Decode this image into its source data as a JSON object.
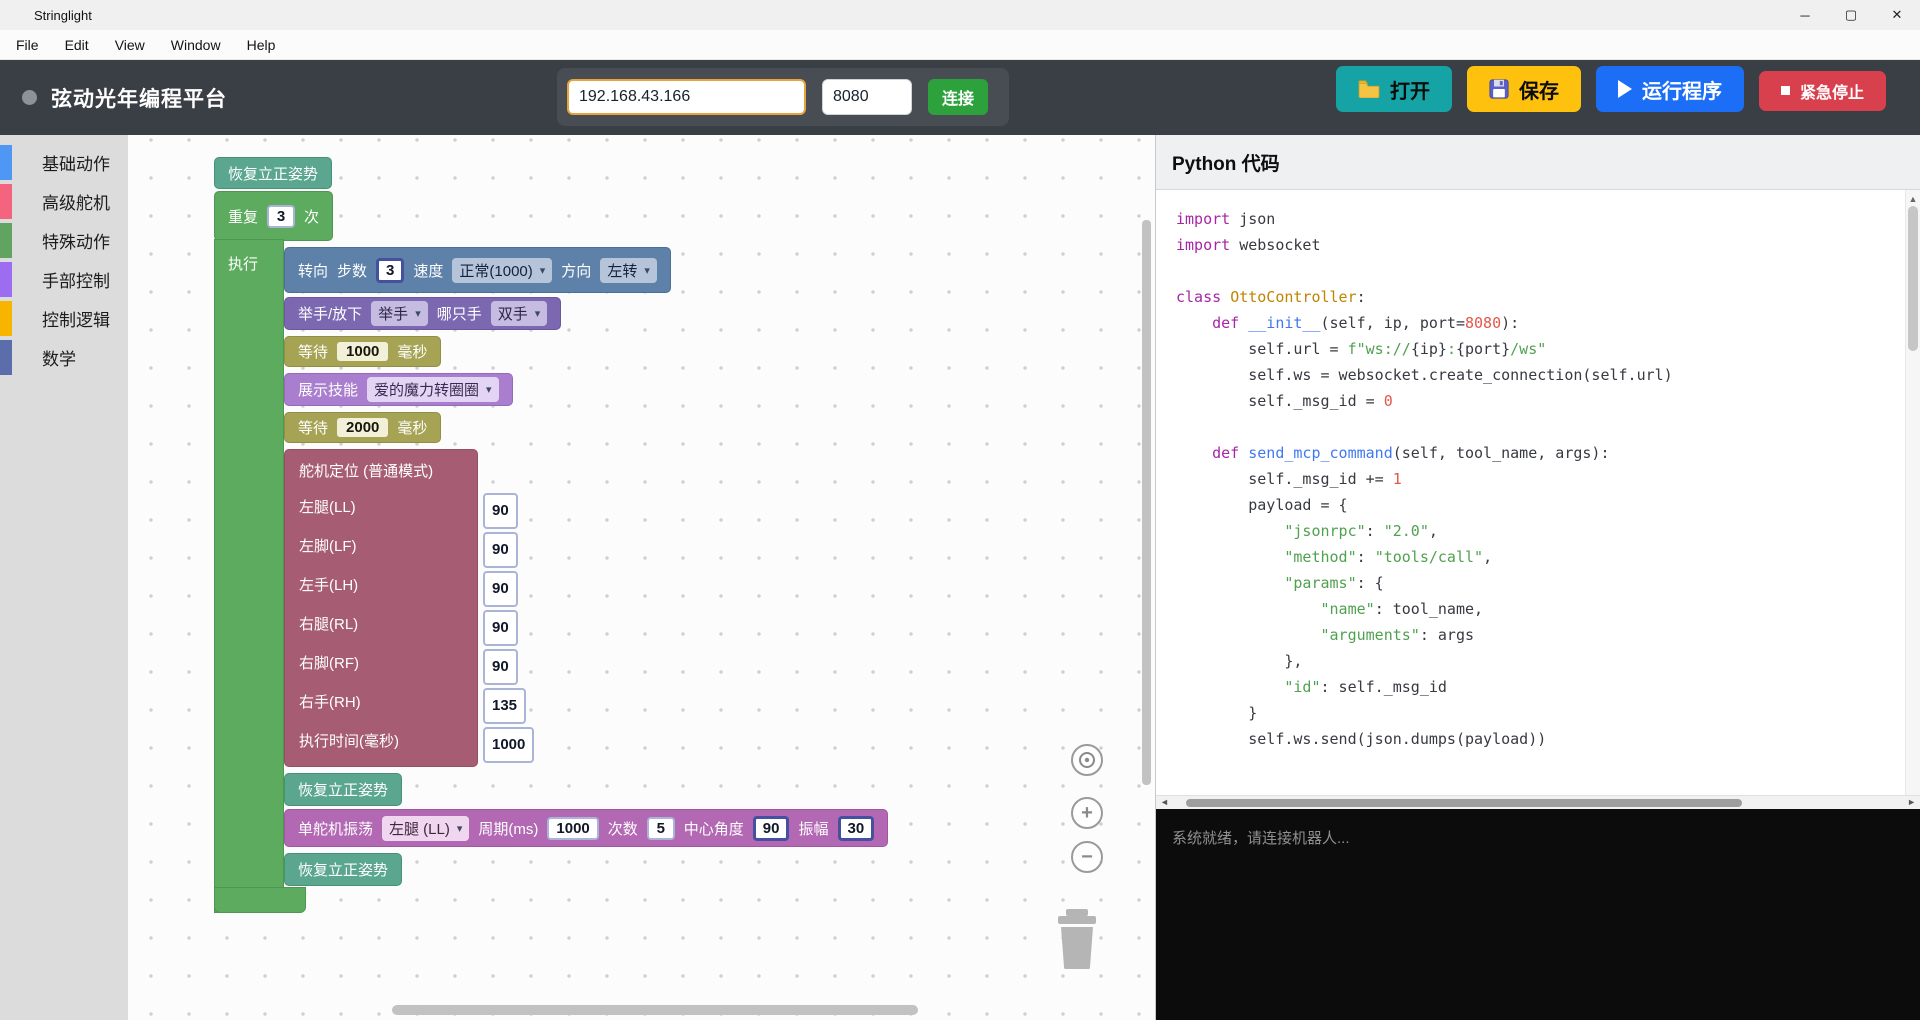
{
  "window": {
    "title": "Stringlight"
  },
  "menu": {
    "items": [
      "File",
      "Edit",
      "View",
      "Window",
      "Help"
    ]
  },
  "toolbar": {
    "app_title": "弦动光年编程平台",
    "ip_value": "192.168.43.166",
    "port_value": "8080",
    "connect_label": "连接",
    "open_label": "打开",
    "save_label": "保存",
    "run_label": "运行程序",
    "stop_label": "紧急停止",
    "colors": {
      "connect": "#2ca13c",
      "open": "#16a3a6",
      "save": "#fec10d",
      "run": "#1b6ef5",
      "stop": "#d9404e"
    }
  },
  "sidebar": {
    "items": [
      {
        "label": "基础动作",
        "color": "#4e97f5"
      },
      {
        "label": "高级舵机",
        "color": "#f4647f"
      },
      {
        "label": "特殊动作",
        "color": "#61a361"
      },
      {
        "label": "手部控制",
        "color": "#9c6df0"
      },
      {
        "label": "控制逻辑",
        "color": "#f7b500"
      },
      {
        "label": "数学",
        "color": "#5b6dab"
      }
    ]
  },
  "workspace": {
    "blocks": {
      "stand_label": "恢复立正姿势",
      "repeat": {
        "prefix": "重复",
        "count": "3",
        "suffix": "次",
        "body_label": "执行"
      },
      "turn": {
        "name": "转向",
        "steps_label": "步数",
        "steps_value": "3",
        "speed_label": "速度",
        "speed_value": "正常(1000)",
        "dir_label": "方向",
        "dir_value": "左转"
      },
      "hands": {
        "name": "举手/放下",
        "action_value": "举手",
        "which_label": "哪只手",
        "which_value": "双手"
      },
      "wait1": {
        "name": "等待",
        "value": "1000",
        "unit": "毫秒"
      },
      "skill": {
        "name": "展示技能",
        "value": "爱的魔力转圈圈"
      },
      "wait2": {
        "name": "等待",
        "value": "2000",
        "unit": "毫秒"
      },
      "servo": {
        "title": "舵机定位 (普通模式)",
        "rows": [
          {
            "label": "左腿(LL)",
            "value": "90"
          },
          {
            "label": "左脚(LF)",
            "value": "90"
          },
          {
            "label": "左手(LH)",
            "value": "90"
          },
          {
            "label": "右腿(RL)",
            "value": "90"
          },
          {
            "label": "右脚(RF)",
            "value": "90"
          },
          {
            "label": "右手(RH)",
            "value": "135"
          },
          {
            "label": "执行时间(毫秒)",
            "value": "1000"
          }
        ]
      },
      "osc": {
        "name": "单舵机振荡",
        "servo_value": "左腿 (LL)",
        "fields": [
          {
            "label": "周期(ms)",
            "value": "1000",
            "selected": false
          },
          {
            "label": "次数",
            "value": "5",
            "selected": false
          },
          {
            "label": "中心角度",
            "value": "90",
            "selected": true
          },
          {
            "label": "振幅",
            "value": "30",
            "selected": true
          }
        ]
      }
    }
  },
  "code_panel": {
    "title": "Python 代码",
    "lines": [
      [
        [
          "k",
          "import"
        ],
        [
          "t",
          " json"
        ]
      ],
      [
        [
          "k",
          "import"
        ],
        [
          "t",
          " websocket"
        ]
      ],
      [],
      [
        [
          "k",
          "class"
        ],
        [
          "t",
          " "
        ],
        [
          "c",
          "OttoController"
        ],
        [
          "t",
          ":"
        ]
      ],
      [
        [
          "t",
          "    "
        ],
        [
          "k",
          "def"
        ],
        [
          "t",
          " "
        ],
        [
          "f",
          "__init__"
        ],
        [
          "t",
          "(self, ip, port="
        ],
        [
          "n",
          "8080"
        ],
        [
          "t",
          "):"
        ]
      ],
      [
        [
          "t",
          "        self.url = "
        ],
        [
          "s",
          "f\"ws://"
        ],
        [
          "t",
          "{ip}"
        ],
        [
          "s",
          ":"
        ],
        [
          "t",
          "{port}"
        ],
        [
          "s",
          "/ws\""
        ]
      ],
      [
        [
          "t",
          "        self.ws = websocket.create_connection(self.url)"
        ]
      ],
      [
        [
          "t",
          "        self._msg_id = "
        ],
        [
          "n",
          "0"
        ]
      ],
      [],
      [
        [
          "t",
          "    "
        ],
        [
          "k",
          "def"
        ],
        [
          "t",
          " "
        ],
        [
          "f",
          "send_mcp_command"
        ],
        [
          "t",
          "(self, tool_name, args):"
        ]
      ],
      [
        [
          "t",
          "        self._msg_id += "
        ],
        [
          "n",
          "1"
        ]
      ],
      [
        [
          "t",
          "        payload = {"
        ]
      ],
      [
        [
          "t",
          "            "
        ],
        [
          "s",
          "\"jsonrpc\""
        ],
        [
          "t",
          ": "
        ],
        [
          "s",
          "\"2.0\""
        ],
        [
          "t",
          ","
        ]
      ],
      [
        [
          "t",
          "            "
        ],
        [
          "s",
          "\"method\""
        ],
        [
          "t",
          ": "
        ],
        [
          "s",
          "\"tools/call\""
        ],
        [
          "t",
          ","
        ]
      ],
      [
        [
          "t",
          "            "
        ],
        [
          "s",
          "\"params\""
        ],
        [
          "t",
          ": {"
        ]
      ],
      [
        [
          "t",
          "                "
        ],
        [
          "s",
          "\"name\""
        ],
        [
          "t",
          ": tool_name,"
        ]
      ],
      [
        [
          "t",
          "                "
        ],
        [
          "s",
          "\"arguments\""
        ],
        [
          "t",
          ": args"
        ]
      ],
      [
        [
          "t",
          "            },"
        ]
      ],
      [
        [
          "t",
          "            "
        ],
        [
          "s",
          "\"id\""
        ],
        [
          "t",
          ": self._msg_id"
        ]
      ],
      [
        [
          "t",
          "        }"
        ]
      ],
      [
        [
          "t",
          "        self.ws.send(json.dumps(payload))"
        ]
      ]
    ]
  },
  "console": {
    "message": "系统就绪，请连接机器人..."
  }
}
